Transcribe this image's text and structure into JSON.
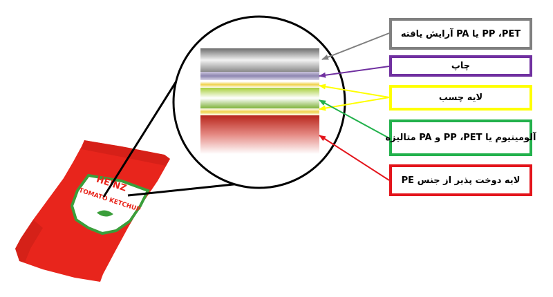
{
  "packet": {
    "brand_logo_text": "HEINZ",
    "product_logo_text": "TOMATO KETCHUP",
    "fill_color": "#e8251c",
    "label_green": "#3a9e3a"
  },
  "labels": [
    {
      "text": "PP ،PET یا PA آرایش یافته",
      "color": "#7f7f7f"
    },
    {
      "text": "چاپ",
      "color": "#7030a0"
    },
    {
      "text": "لایه چسب",
      "color": "#ffff00"
    },
    {
      "text": "آلومینیوم یا PP ،PET و PA متالیزه",
      "color": "#22b14c"
    },
    {
      "text": "لایه دوخت پذیر از جنس PE",
      "color": "#e3141b"
    }
  ],
  "layers": [
    {
      "name": "oriented-film",
      "colors": [
        "#6e6e6e",
        "#f2f2f2",
        "#8a8a8a"
      ]
    },
    {
      "name": "print",
      "colors": [
        "#c9c3dc",
        "#8e86b0",
        "#d8d4e6"
      ]
    },
    {
      "name": "adhesive",
      "colors": [
        "#ffffff",
        "#f0d24a",
        "#ffffff"
      ]
    },
    {
      "name": "barrier",
      "colors": [
        "#a7cf3a",
        "#ffffff",
        "#7fb23a"
      ]
    },
    {
      "name": "adhesive",
      "colors": [
        "#ffffff",
        "#f0d24a",
        "#ffffff"
      ]
    },
    {
      "name": "sealant",
      "colors": [
        "#b8261c",
        "#e58a84",
        "#ffffff"
      ]
    }
  ]
}
